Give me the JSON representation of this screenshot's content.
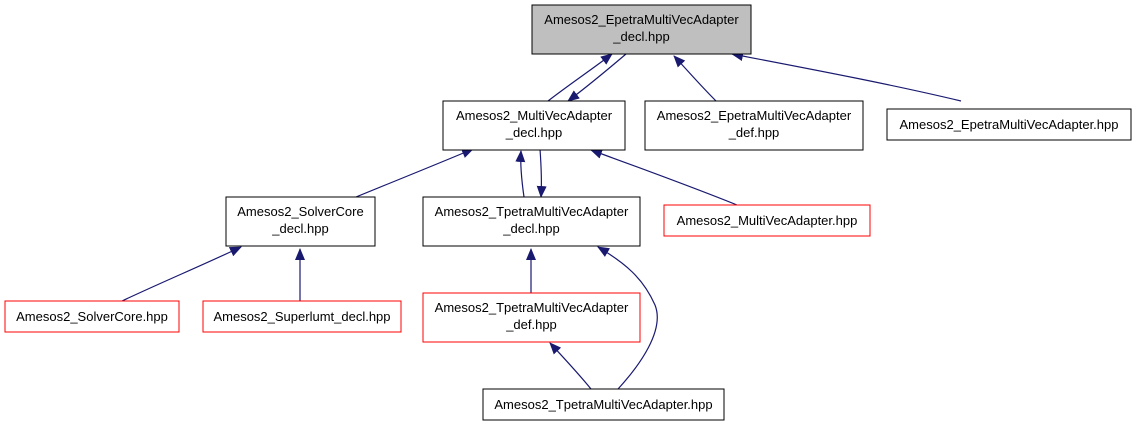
{
  "colors": {
    "edge": "#191970",
    "focus_fill": "#bfbfbf",
    "normal_border": "#000000",
    "red_border": "#ff0000",
    "text": "#000000"
  },
  "nodes": [
    {
      "id": "epetra_decl",
      "lines": [
        "Amesos2_EpetraMultiVecAdapter",
        "_decl.hpp"
      ],
      "style": "focus"
    },
    {
      "id": "mv_decl",
      "lines": [
        "Amesos2_MultiVecAdapter",
        "_decl.hpp"
      ],
      "style": "normal"
    },
    {
      "id": "epetra_def",
      "lines": [
        "Amesos2_EpetraMultiVecAdapter",
        "_def.hpp"
      ],
      "style": "normal"
    },
    {
      "id": "epetra_hpp",
      "lines": [
        "Amesos2_EpetraMultiVecAdapter.hpp"
      ],
      "style": "normal"
    },
    {
      "id": "solver_decl",
      "lines": [
        "Amesos2_SolverCore",
        "_decl.hpp"
      ],
      "style": "normal"
    },
    {
      "id": "tpetra_decl",
      "lines": [
        "Amesos2_TpetraMultiVecAdapter",
        "_decl.hpp"
      ],
      "style": "normal"
    },
    {
      "id": "mv_hpp",
      "lines": [
        "Amesos2_MultiVecAdapter.hpp"
      ],
      "style": "red"
    },
    {
      "id": "solver_hpp",
      "lines": [
        "Amesos2_SolverCore.hpp"
      ],
      "style": "red"
    },
    {
      "id": "superlumt_decl",
      "lines": [
        "Amesos2_Superlumt_decl.hpp"
      ],
      "style": "red"
    },
    {
      "id": "tpetra_def",
      "lines": [
        "Amesos2_TpetraMultiVecAdapter",
        "_def.hpp"
      ],
      "style": "red"
    },
    {
      "id": "tpetra_hpp",
      "lines": [
        "Amesos2_TpetraMultiVecAdapter.hpp"
      ],
      "style": "normal"
    }
  ],
  "edges": [
    {
      "from": "mv_decl",
      "to": "epetra_decl"
    },
    {
      "from": "epetra_decl",
      "to": "mv_decl"
    },
    {
      "from": "epetra_def",
      "to": "epetra_decl"
    },
    {
      "from": "epetra_hpp",
      "to": "epetra_decl"
    },
    {
      "from": "solver_decl",
      "to": "mv_decl"
    },
    {
      "from": "tpetra_decl",
      "to": "mv_decl"
    },
    {
      "from": "mv_decl",
      "to": "tpetra_decl"
    },
    {
      "from": "mv_hpp",
      "to": "mv_decl"
    },
    {
      "from": "solver_hpp",
      "to": "solver_decl"
    },
    {
      "from": "superlumt_decl",
      "to": "solver_decl"
    },
    {
      "from": "tpetra_def",
      "to": "tpetra_decl"
    },
    {
      "from": "tpetra_hpp",
      "to": "tpetra_decl"
    },
    {
      "from": "tpetra_hpp",
      "to": "tpetra_def"
    }
  ]
}
